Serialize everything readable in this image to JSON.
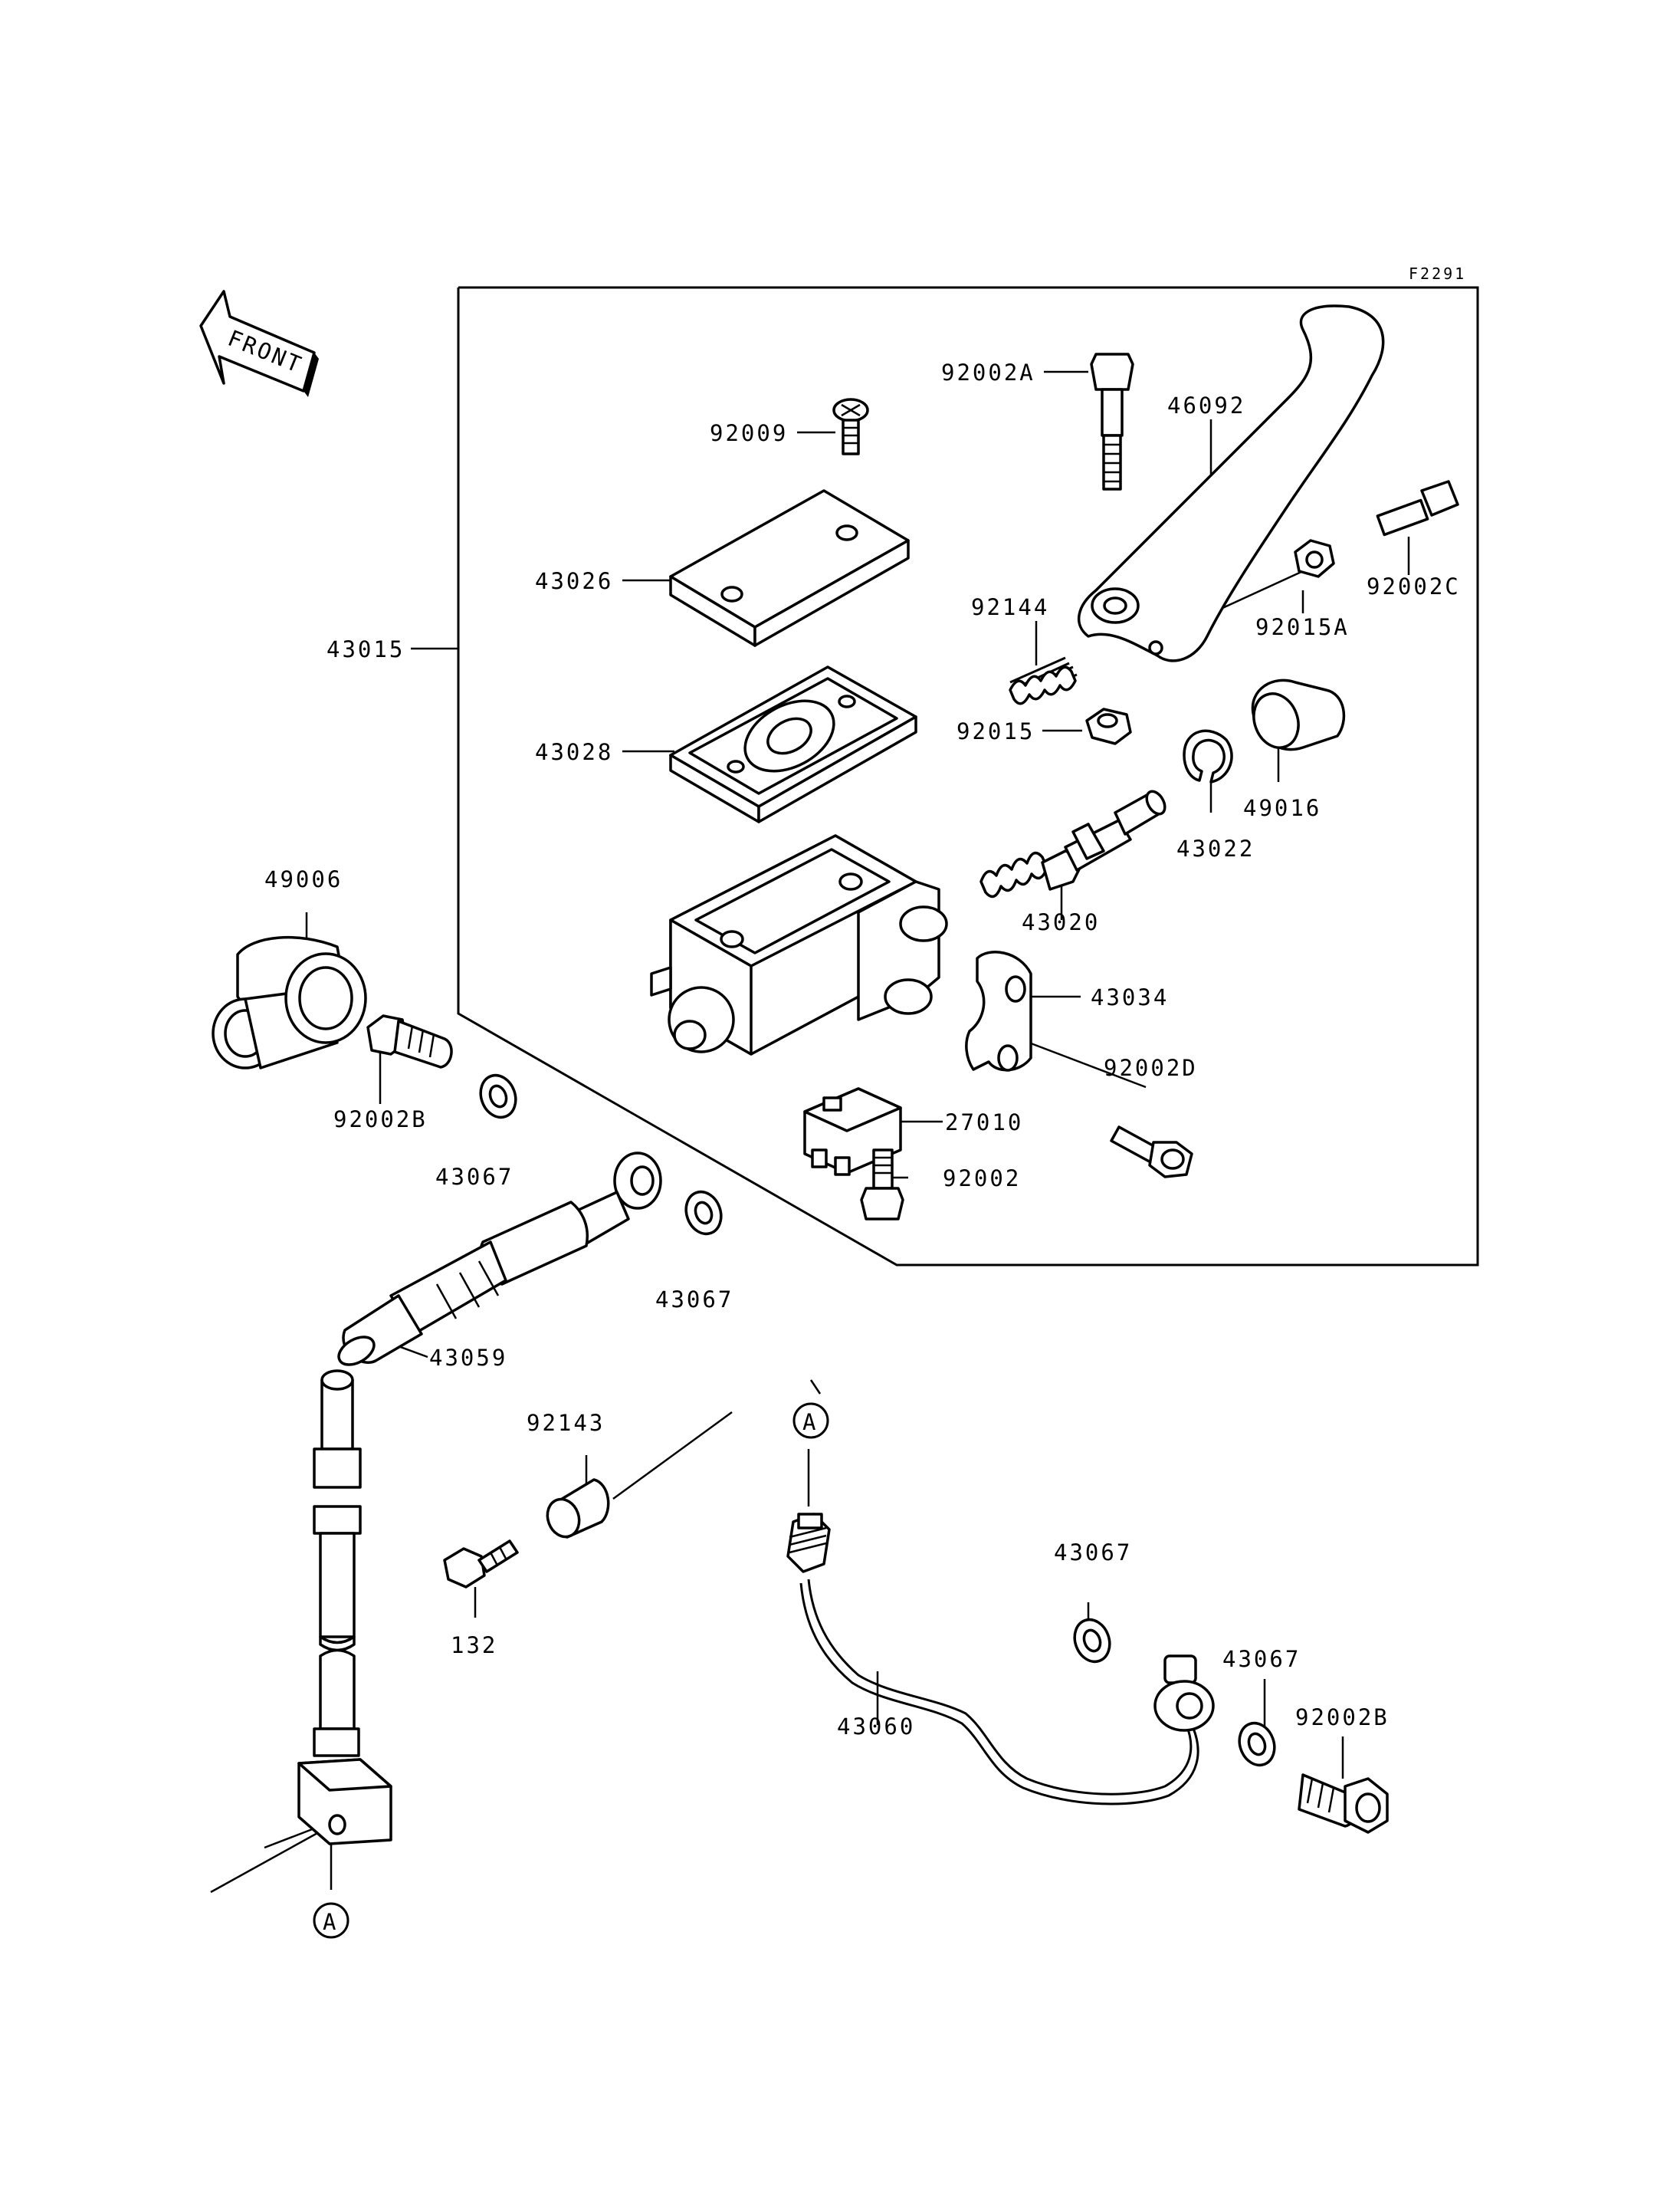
{
  "figure_code": "F2291",
  "front_label": "FRONT",
  "reference_marker": "A",
  "part_labels": {
    "p92002A": "92002A",
    "p92009": "92009",
    "p46092": "46092",
    "p43026": "43026",
    "p92144": "92144",
    "p92002C": "92002C",
    "p92015A": "92015A",
    "p43015": "43015",
    "p92015": "92015",
    "p43028": "43028",
    "p49016": "49016",
    "p43022": "43022",
    "p49006": "49006",
    "p43020": "43020",
    "p43034": "43034",
    "p92002D": "92002D",
    "p92002B_top": "92002B",
    "p27010": "27010",
    "p43067_a": "43067",
    "p92002": "92002",
    "p43067_b": "43067",
    "p43059": "43059",
    "p92143": "92143",
    "p132": "132",
    "p43067_c": "43067",
    "p43067_d": "43067",
    "p92002B_bottom": "92002B",
    "p43060": "43060"
  }
}
